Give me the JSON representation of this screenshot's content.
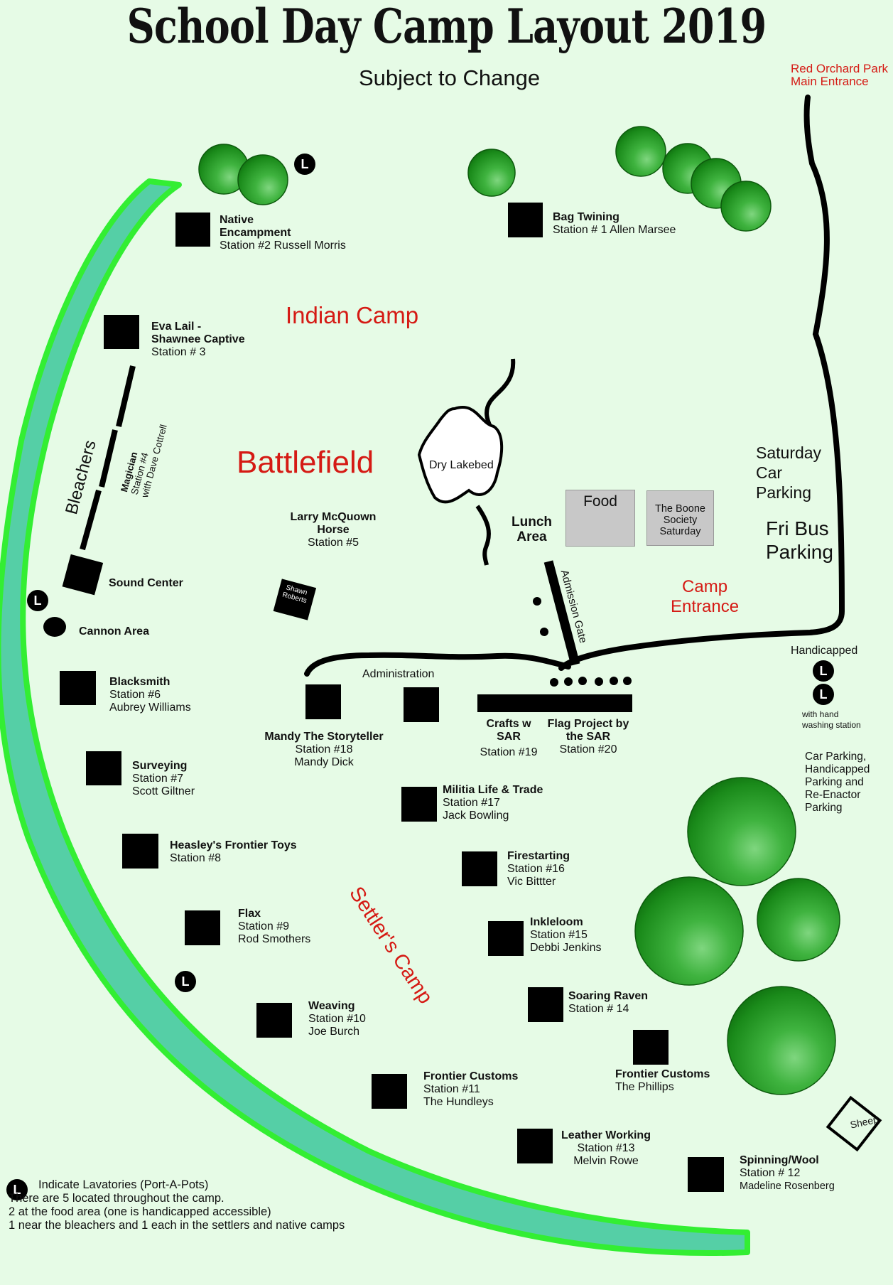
{
  "title": "School Day Camp Layout 2019",
  "subtitle": "Subject to Change",
  "main_entrance": [
    "Red Orchard Park",
    "Main Entrance"
  ],
  "areas": {
    "indian_camp": "Indian Camp",
    "battlefield": "Battlefield",
    "settlers_camp": "Settler's Camp",
    "camp_entrance": [
      "Camp",
      "Entrance"
    ],
    "dry_lakebed": "Dry Lakebed",
    "lunch_area": [
      "Lunch",
      "Area"
    ],
    "food": "Food",
    "boone_society": [
      "The Boone",
      "Society",
      "Saturday"
    ],
    "saturday_parking": [
      "Saturday",
      "Car",
      "Parking"
    ],
    "fri_bus_parking": [
      "Fri Bus",
      "Parking"
    ],
    "admission_gate": "Admission Gate",
    "administration": "Administration",
    "bleachers": "Bleachers",
    "sound_center": "Sound Center",
    "cannon_area": "Cannon Area",
    "shawn_roberts": [
      "Shawn",
      "Roberts"
    ],
    "sheep": "Sheep",
    "handicapped": "Handicapped",
    "hand_washing": [
      "with hand",
      "washing station"
    ],
    "car_parking_note": [
      "Car Parking,",
      "Handicapped",
      "Parking and",
      "Re-Enactor",
      "Parking"
    ]
  },
  "stations": {
    "native_encampment": {
      "name": [
        "Native",
        "Encampment"
      ],
      "detail": [
        "Station #2  Russell Morris"
      ]
    },
    "bag_twining": {
      "name": [
        "Bag Twining"
      ],
      "detail": [
        "Station # 1 Allen Marsee"
      ]
    },
    "eva_lail": {
      "name": [
        "Eva Lail -",
        "Shawnee Captive"
      ],
      "detail": [
        "Station # 3"
      ]
    },
    "magician": {
      "name": [
        "Magician"
      ],
      "detail": [
        "Station #4",
        "with Dave Cottrell"
      ]
    },
    "larry": {
      "name": [
        "Larry McQuown",
        "Horse"
      ],
      "detail": [
        "Station #5"
      ]
    },
    "blacksmith": {
      "name": [
        "Blacksmith"
      ],
      "detail": [
        "Station #6",
        "Aubrey Williams"
      ]
    },
    "surveying": {
      "name": [
        "Surveying"
      ],
      "detail": [
        "Station #7",
        "Scott Giltner"
      ]
    },
    "heasley": {
      "name": [
        "Heasley's Frontier Toys"
      ],
      "detail": [
        "Station #8"
      ]
    },
    "flax": {
      "name": [
        "Flax"
      ],
      "detail": [
        "Station #9",
        "Rod Smothers"
      ]
    },
    "weaving": {
      "name": [
        "Weaving"
      ],
      "detail": [
        "Station #10",
        "Joe Burch"
      ]
    },
    "frontier_customs_11": {
      "name": [
        "Frontier Customs"
      ],
      "detail": [
        "Station #11",
        "The Hundleys"
      ]
    },
    "spinning": {
      "name": [
        "Spinning/Wool"
      ],
      "detail": [
        "Station  # 12",
        "Madeline Rosenberg"
      ]
    },
    "leather": {
      "name": [
        "Leather Working"
      ],
      "detail": [
        "Station #13",
        "Melvin Rowe"
      ]
    },
    "soaring": {
      "name": [
        "Soaring Raven"
      ],
      "detail": [
        "Station # 14"
      ]
    },
    "inkleloom": {
      "name": [
        "Inkleloom"
      ],
      "detail": [
        "Station #15",
        "Debbi Jenkins"
      ]
    },
    "firestarting": {
      "name": [
        "Firestarting"
      ],
      "detail": [
        "Station #16",
        "Vic Bittter"
      ]
    },
    "militia": {
      "name": [
        "Militia Life & Trade"
      ],
      "detail": [
        "Station #17",
        "Jack Bowling"
      ]
    },
    "mandy": {
      "name": [
        "Mandy The Storyteller"
      ],
      "detail": [
        "Station #18",
        "Mandy Dick"
      ]
    },
    "crafts": {
      "name": [
        "Crafts w",
        "SAR"
      ],
      "detail": [
        "Station #19"
      ]
    },
    "flag": {
      "name": [
        "Flag Project by",
        "the SAR"
      ],
      "detail": [
        "Station #20"
      ]
    },
    "frontier_customs_phillips": {
      "name": [
        "Frontier Customs"
      ],
      "detail": [
        "The Phillips"
      ]
    }
  },
  "lavatory_letter": "L",
  "legend": [
    "Indicate Lavatories (Port-A-Pots)",
    "There are 5 located throughout the camp.",
    "2 at the food area (one is handicapped accessible)",
    "1 near the bleachers and 1 each in the settlers and native camps"
  ],
  "colors": {
    "background": "#e6fbe6",
    "creek_fill": "#55cfa6",
    "creek_outline": "#33ee33",
    "tree_dark": "#0f7a0f",
    "tree_light": "#3fb33f",
    "area_red": "#d51a14"
  }
}
